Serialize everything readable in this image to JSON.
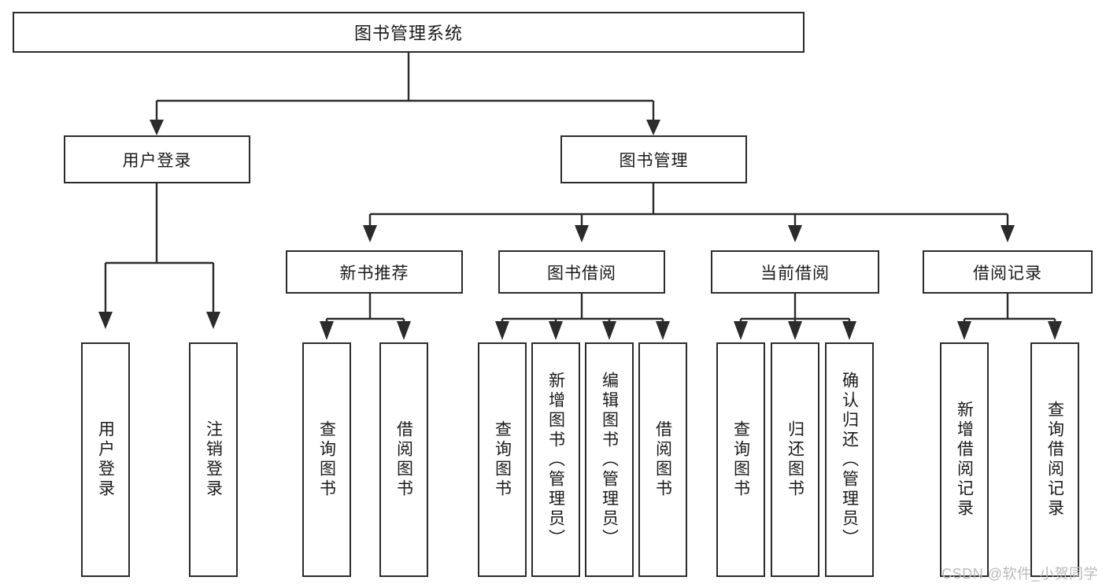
{
  "diagram": {
    "title": "图书管理系统",
    "type": "hierarchy-tree",
    "levels": 4,
    "root": {
      "label": "图书管理系统"
    },
    "level1": [
      {
        "label": "用户登录"
      },
      {
        "label": "图书管理"
      }
    ],
    "level2": [
      {
        "label": "新书推荐"
      },
      {
        "label": "图书借阅"
      },
      {
        "label": "当前借阅"
      },
      {
        "label": "借阅记录"
      }
    ],
    "leaves": {
      "user_login": [
        {
          "label": "用户登录"
        },
        {
          "label": "注销登录"
        }
      ],
      "new_book_recommend": [
        {
          "label": "查询图书"
        },
        {
          "label": "借阅图书"
        }
      ],
      "book_borrow": [
        {
          "label": "查询图书"
        },
        {
          "label": "新增图书（管理员）"
        },
        {
          "label": "编辑图书（管理员）"
        },
        {
          "label": "借阅图书"
        }
      ],
      "current_borrow": [
        {
          "label": "查询图书"
        },
        {
          "label": "归还图书"
        },
        {
          "label": "确认归还（管理员）"
        }
      ],
      "borrow_records": [
        {
          "label": "新增借阅记录"
        },
        {
          "label": "查询借阅记录"
        }
      ]
    }
  },
  "watermark": {
    "text": "CSDN @软件_小贺同学"
  },
  "colors": {
    "stroke": "#2b2b2b",
    "background": "#ffffff",
    "text": "#1a1a1a",
    "watermark": "#b9b9b9"
  }
}
